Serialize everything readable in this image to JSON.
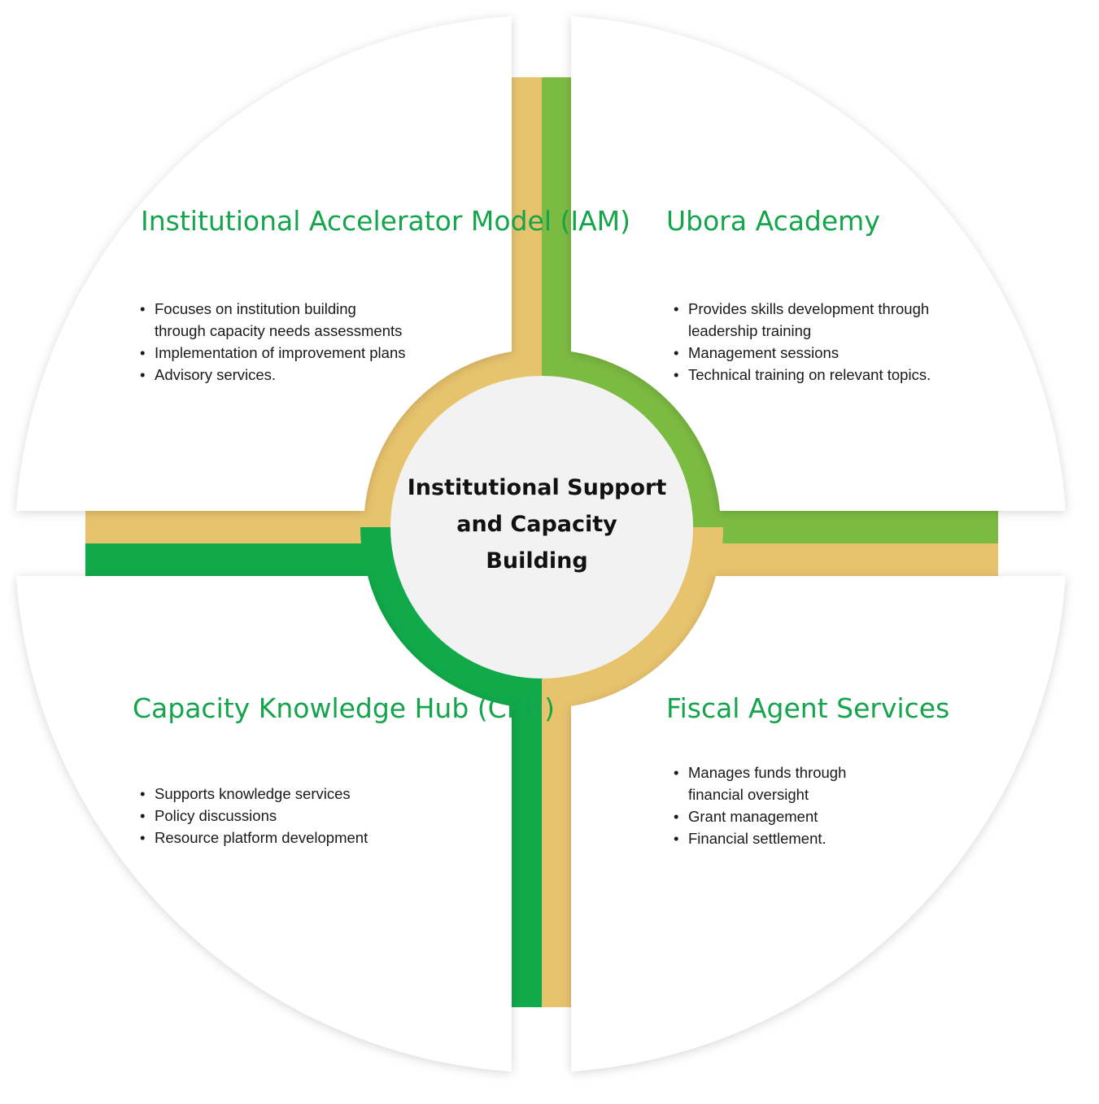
{
  "colors": {
    "tan": "#e8c36e",
    "light_green": "#7cbb42",
    "dark_green": "#10aa4a",
    "title_green": "#14a44b",
    "panel": "#ffffff",
    "center_fill": "#f2f2f2"
  },
  "center": {
    "title": "Institutional Support and Capacity Building"
  },
  "quadrants": [
    {
      "position": "top-left",
      "title": "Institutional Accelerator Model (IAM)",
      "bullets": [
        "Focuses on institution building through capacity needs assessments",
        "Implementation of improvement plans",
        "Advisory services."
      ]
    },
    {
      "position": "top-right",
      "title": "Ubora Academy",
      "bullets": [
        "Provides skills development through leadership training",
        "Management sessions",
        "Technical training on relevant topics."
      ]
    },
    {
      "position": "bottom-left",
      "title": "Capacity Knowledge Hub (CKH)",
      "bullets": [
        "Supports knowledge services",
        "Policy discussions",
        "Resource platform development"
      ]
    },
    {
      "position": "bottom-right",
      "title": "Fiscal Agent Services",
      "bullets": [
        "Manages funds through financial oversight",
        "Grant management",
        "Financial settlement."
      ]
    }
  ]
}
